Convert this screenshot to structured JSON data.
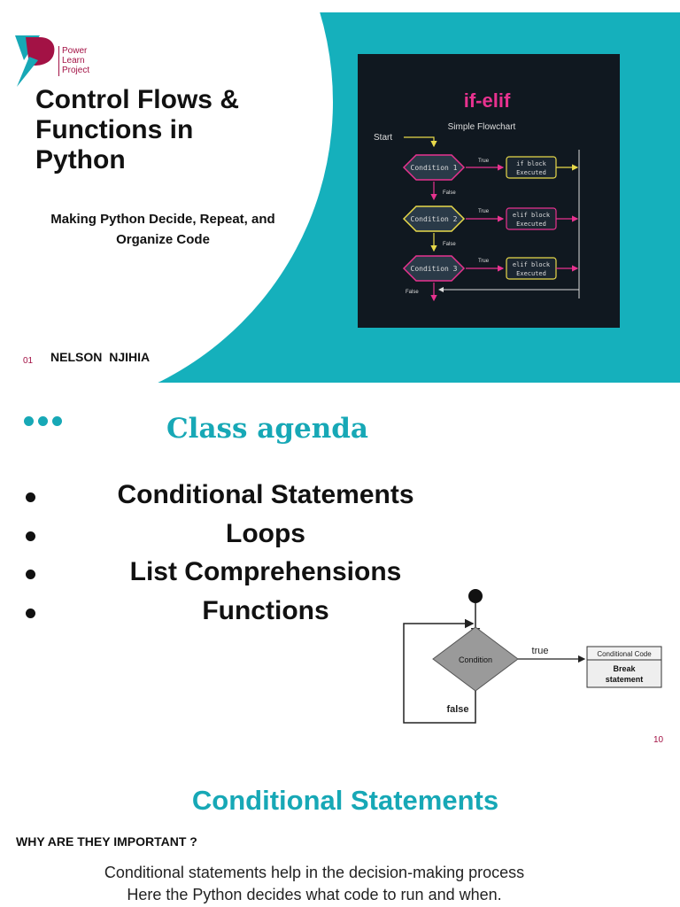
{
  "slide1": {
    "logo_lines": [
      "Power",
      "Learn",
      "Project"
    ],
    "title_lines": [
      "Control Flows &",
      "Functions in",
      "Python"
    ],
    "subtitle_lines": [
      "Making Python Decide, Repeat, and",
      "Organize Code"
    ],
    "slide_number": "01",
    "author": "NELSON NJIHIA",
    "flowchart": {
      "heading": "if-elif",
      "subheading": "Simple Flowchart",
      "start": "Start",
      "conditions": [
        "Condition 1",
        "Condition 2",
        "Condition 3"
      ],
      "blocks": [
        [
          "if block",
          "Executed"
        ],
        [
          "elif block",
          "Executed"
        ],
        [
          "elif block",
          "Executed"
        ]
      ],
      "true_label": "True",
      "false_label": "False"
    }
  },
  "slide2": {
    "title": "Class agenda",
    "items": [
      "Conditional Statements",
      "Loops",
      "List Comprehensions",
      "Functions"
    ],
    "diagram": {
      "condition": "Condition",
      "true_label": "true",
      "false_label": "false",
      "code_label": "Conditional Code",
      "break_lines": [
        "Break",
        "statement"
      ]
    },
    "slide_number": "10"
  },
  "slide3": {
    "title": "Conditional Statements",
    "question": "WHY ARE THEY IMPORTANT ?",
    "lines": [
      "Conditional statements help in the decision-making process",
      "Here the  Python decides what code to run and when."
    ]
  },
  "colors": {
    "teal": "#15b0bc",
    "magenta": "#a31245",
    "pink": "#e8328f",
    "yellow": "#e8d94a"
  }
}
